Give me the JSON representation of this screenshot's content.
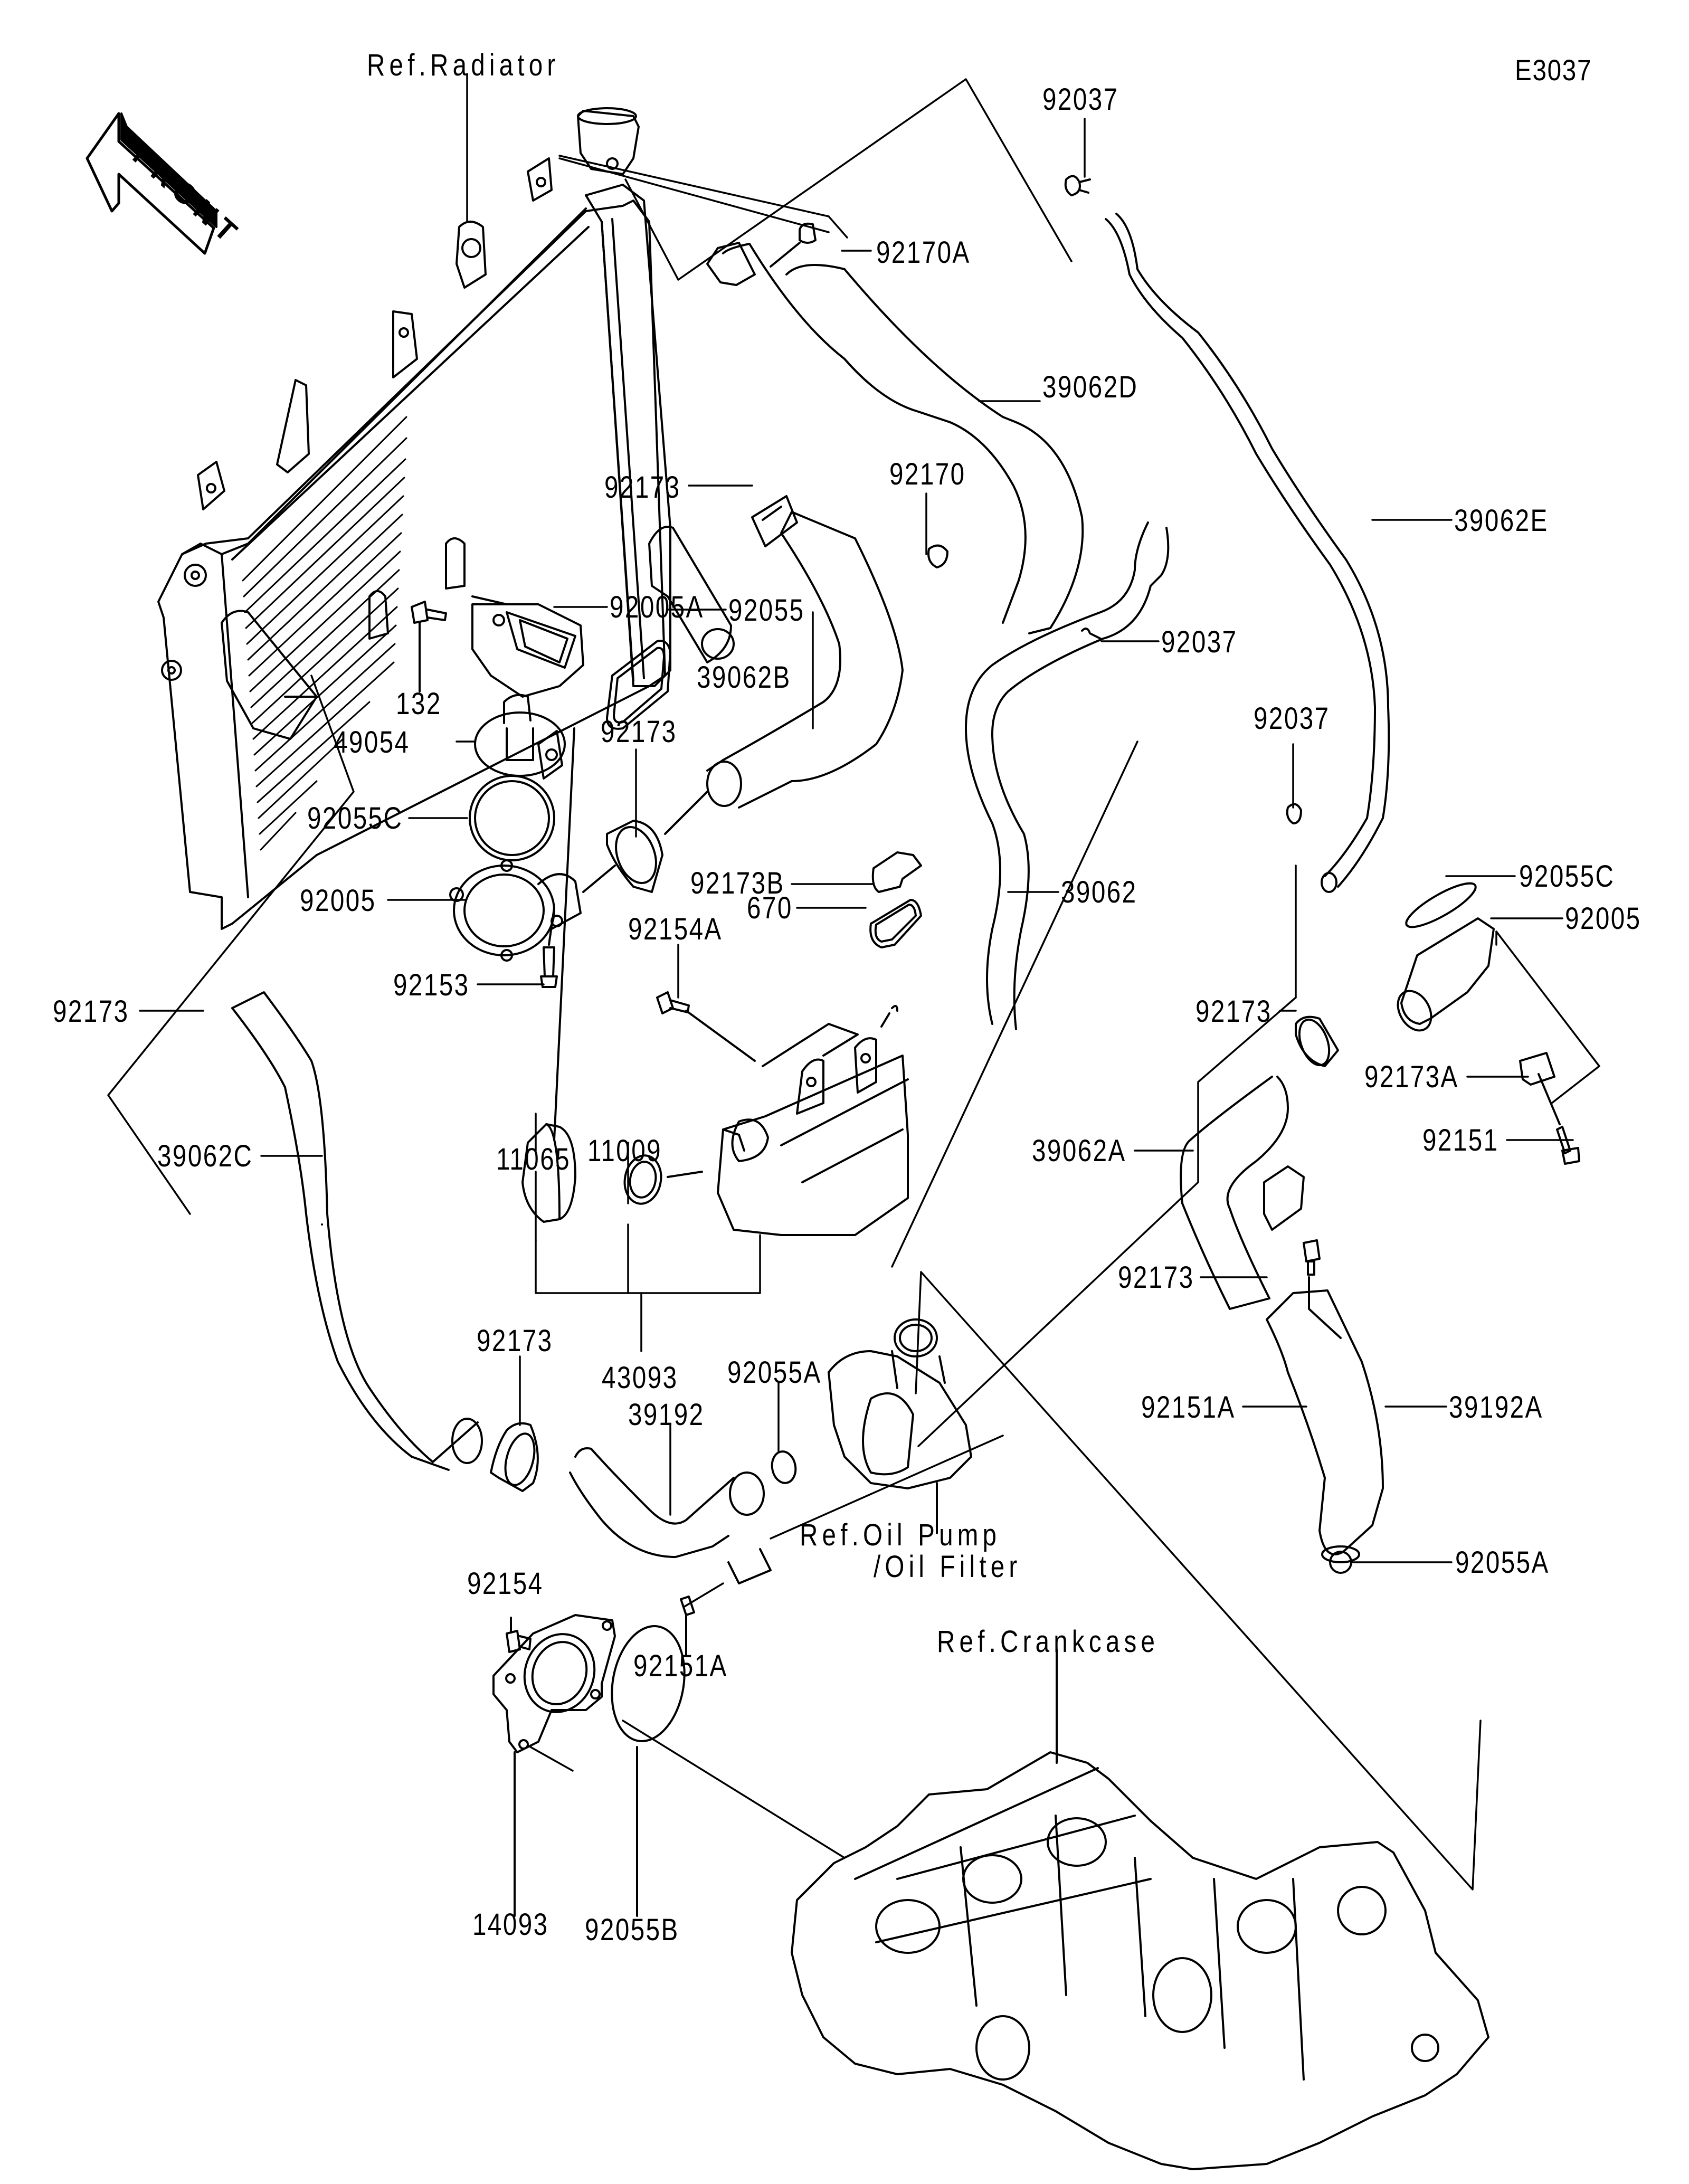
{
  "diagram": {
    "code": "E3037",
    "front_indicator": "FRONT",
    "references": {
      "radiator": "Ref.Radiator",
      "oil_pump_line1": "Ref.Oil Pump",
      "oil_pump_line2": "/Oil Filter",
      "crankcase": "Ref.Crankcase"
    },
    "callouts": [
      {
        "id": "c1",
        "part": "92037"
      },
      {
        "id": "c2",
        "part": "92170A"
      },
      {
        "id": "c3",
        "part": "39062D"
      },
      {
        "id": "c4",
        "part": "92173"
      },
      {
        "id": "c5",
        "part": "92170"
      },
      {
        "id": "c6",
        "part": "39062E"
      },
      {
        "id": "c7",
        "part": "92005A"
      },
      {
        "id": "c8",
        "part": "92055"
      },
      {
        "id": "c9",
        "part": "92037"
      },
      {
        "id": "c10",
        "part": "132"
      },
      {
        "id": "c11",
        "part": "39062B"
      },
      {
        "id": "c12",
        "part": "49054"
      },
      {
        "id": "c13",
        "part": "92173"
      },
      {
        "id": "c14",
        "part": "92037"
      },
      {
        "id": "c15",
        "part": "92055C"
      },
      {
        "id": "c16",
        "part": "92173B"
      },
      {
        "id": "c17",
        "part": "670"
      },
      {
        "id": "c18",
        "part": "39062"
      },
      {
        "id": "c19",
        "part": "92055C"
      },
      {
        "id": "c20",
        "part": "92005"
      },
      {
        "id": "c21",
        "part": "92005"
      },
      {
        "id": "c22",
        "part": "92154A"
      },
      {
        "id": "c23",
        "part": "92153"
      },
      {
        "id": "c24",
        "part": "92173"
      },
      {
        "id": "c25",
        "part": "92173"
      },
      {
        "id": "c26",
        "part": "92173A"
      },
      {
        "id": "c27",
        "part": "92151"
      },
      {
        "id": "c28",
        "part": "39062A"
      },
      {
        "id": "c29",
        "part": "11065"
      },
      {
        "id": "c30",
        "part": "11009"
      },
      {
        "id": "c31",
        "part": "39062C"
      },
      {
        "id": "c32",
        "part": "92173"
      },
      {
        "id": "c33",
        "part": "43093"
      },
      {
        "id": "c34",
        "part": "92173"
      },
      {
        "id": "c35",
        "part": "92055A"
      },
      {
        "id": "c36",
        "part": "39192"
      },
      {
        "id": "c37",
        "part": "92151A"
      },
      {
        "id": "c38",
        "part": "39192A"
      },
      {
        "id": "c39",
        "part": "92055A"
      },
      {
        "id": "c40",
        "part": "92154"
      },
      {
        "id": "c41",
        "part": "92151A"
      },
      {
        "id": "c42",
        "part": "14093"
      },
      {
        "id": "c43",
        "part": "92055B"
      }
    ]
  }
}
